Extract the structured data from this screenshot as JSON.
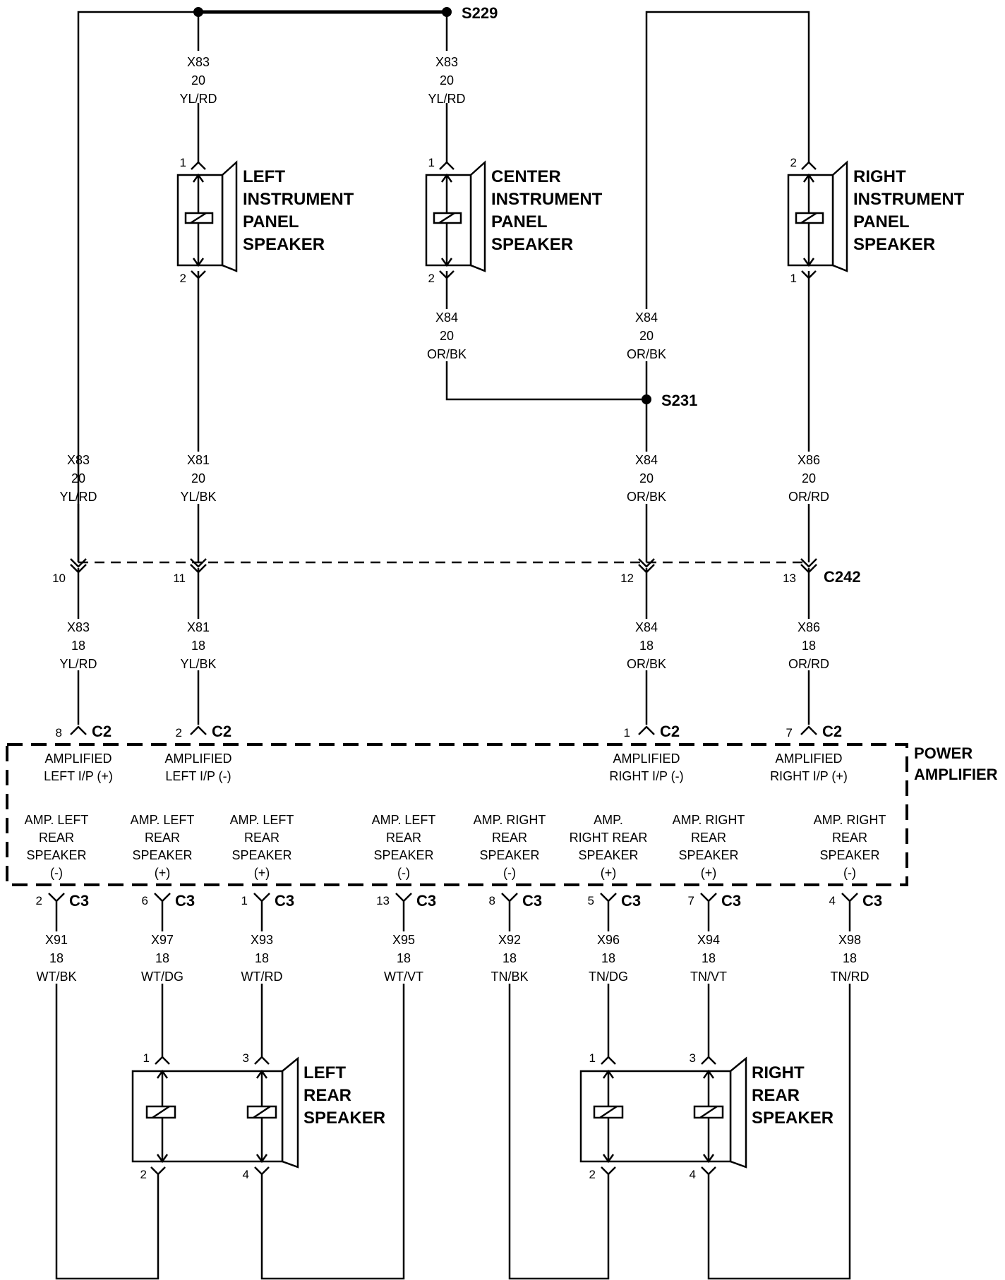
{
  "splices": {
    "s229": "S229",
    "s231": "S231"
  },
  "connectors": {
    "c242": "C242",
    "c2": "C2",
    "c3": "C3"
  },
  "components": {
    "left_ip_speaker": [
      "LEFT",
      "INSTRUMENT",
      "PANEL",
      "SPEAKER"
    ],
    "center_ip_speaker": [
      "CENTER",
      "INSTRUMENT",
      "PANEL",
      "SPEAKER"
    ],
    "right_ip_speaker": [
      "RIGHT",
      "INSTRUMENT",
      "PANEL",
      "SPEAKER"
    ],
    "power_amplifier": [
      "POWER",
      "AMPLIFIER"
    ],
    "left_rear_speaker": [
      "LEFT",
      "REAR",
      "SPEAKER"
    ],
    "right_rear_speaker": [
      "RIGHT",
      "REAR",
      "SPEAKER"
    ]
  },
  "wires": {
    "x83_top_left": [
      "X83",
      "20",
      "YL/RD"
    ],
    "x83_top_center": [
      "X83",
      "20",
      "YL/RD"
    ],
    "x84_center": [
      "X84",
      "20",
      "OR/BK"
    ],
    "x84_right": [
      "X84",
      "20",
      "OR/BK"
    ],
    "x83_mid": [
      "X83",
      "20",
      "YL/RD"
    ],
    "x81_mid": [
      "X81",
      "20",
      "YL/BK"
    ],
    "x84_mid": [
      "X84",
      "20",
      "OR/BK"
    ],
    "x86_mid": [
      "X86",
      "20",
      "OR/RD"
    ],
    "x83_low": [
      "X83",
      "18",
      "YL/RD"
    ],
    "x81_low": [
      "X81",
      "18",
      "YL/BK"
    ],
    "x84_low": [
      "X84",
      "18",
      "OR/BK"
    ],
    "x86_low": [
      "X86",
      "18",
      "OR/RD"
    ],
    "x91": [
      "X91",
      "18",
      "WT/BK"
    ],
    "x97": [
      "X97",
      "18",
      "WT/DG"
    ],
    "x93": [
      "X93",
      "18",
      "WT/RD"
    ],
    "x95": [
      "X95",
      "18",
      "WT/VT"
    ],
    "x92": [
      "X92",
      "18",
      "TN/BK"
    ],
    "x96": [
      "X96",
      "18",
      "TN/DG"
    ],
    "x94": [
      "X94",
      "18",
      "TN/VT"
    ],
    "x98": [
      "X98",
      "18",
      "TN/RD"
    ]
  },
  "pins": {
    "lip1": "1",
    "lip2": "2",
    "cip1": "1",
    "cip2": "2",
    "rip2": "2",
    "rip1": "1",
    "c242_10": "10",
    "c242_11": "11",
    "c242_12": "12",
    "c242_13": "13",
    "c2_8": "8",
    "c2_2": "2",
    "c2_1": "1",
    "c2_7": "7",
    "c3_2": "2",
    "c3_6": "6",
    "c3_1": "1",
    "c3_13": "13",
    "c3_8": "8",
    "c3_5": "5",
    "c3_7": "7",
    "c3_4": "4",
    "lr1": "1",
    "lr3": "3",
    "lr2": "2",
    "lr4": "4",
    "rr1": "1",
    "rr3": "3",
    "rr2": "2",
    "rr4": "4"
  },
  "amp_inputs": {
    "left_pos": [
      "AMPLIFIED",
      "LEFT I/P (+)"
    ],
    "left_neg": [
      "AMPLIFIED",
      "LEFT I/P (-)"
    ],
    "right_neg": [
      "AMPLIFIED",
      "RIGHT I/P (-)"
    ],
    "right_pos": [
      "AMPLIFIED",
      "RIGHT I/P (+)"
    ]
  },
  "amp_outputs": {
    "o1": [
      "AMP. LEFT",
      "REAR",
      "SPEAKER",
      "(-)"
    ],
    "o2": [
      "AMP. LEFT",
      "REAR",
      "SPEAKER",
      "(+)"
    ],
    "o3": [
      "AMP. LEFT",
      "REAR",
      "SPEAKER",
      "(+)"
    ],
    "o4": [
      "AMP. LEFT",
      "REAR",
      "SPEAKER",
      "(-)"
    ],
    "o5": [
      "AMP. RIGHT",
      "REAR",
      "SPEAKER",
      "(-)"
    ],
    "o6": [
      "AMP.",
      "RIGHT REAR",
      "SPEAKER",
      "(+)"
    ],
    "o7": [
      "AMP. RIGHT",
      "REAR",
      "SPEAKER",
      "(+)"
    ],
    "o8": [
      "AMP. RIGHT",
      "REAR",
      "SPEAKER",
      "(-)"
    ]
  }
}
